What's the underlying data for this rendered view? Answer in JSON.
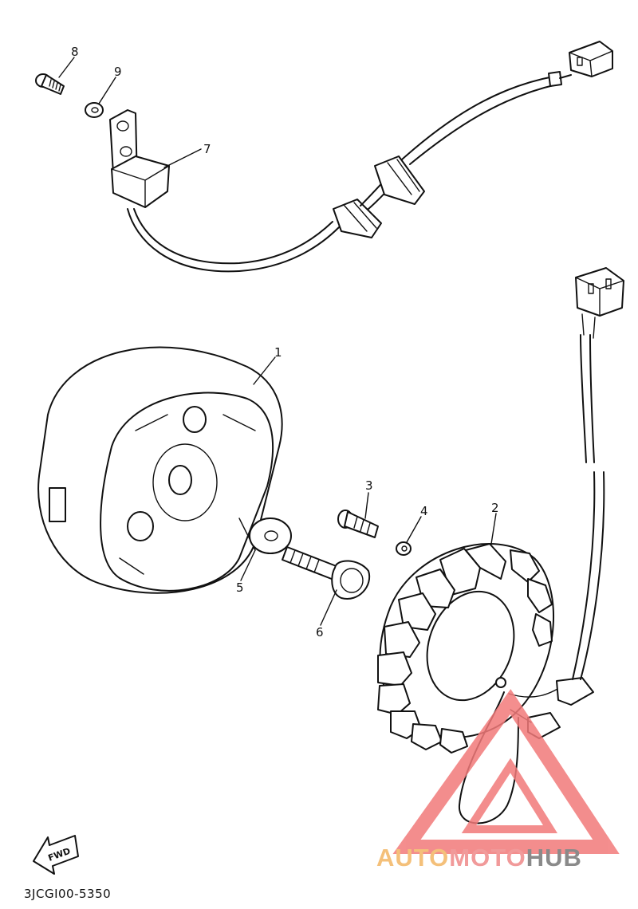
{
  "callouts": [
    {
      "id": "1",
      "label": "1"
    },
    {
      "id": "2",
      "label": "2"
    },
    {
      "id": "3",
      "label": "3"
    },
    {
      "id": "4",
      "label": "4"
    },
    {
      "id": "5",
      "label": "5"
    },
    {
      "id": "6",
      "label": "6"
    },
    {
      "id": "7",
      "label": "7"
    },
    {
      "id": "8",
      "label": "8"
    },
    {
      "id": "9",
      "label": "9"
    }
  ],
  "fwd_label": "FWD",
  "diagram_code": "3JCGI00-5350",
  "watermark": {
    "part1": "AUTO",
    "part2": "MOTO",
    "part3": "HUB",
    "colors": {
      "auto": "#f4c07a",
      "moto": "#f19a9a",
      "hub": "#8a8a8a",
      "triangle": "#f27a7a"
    }
  }
}
